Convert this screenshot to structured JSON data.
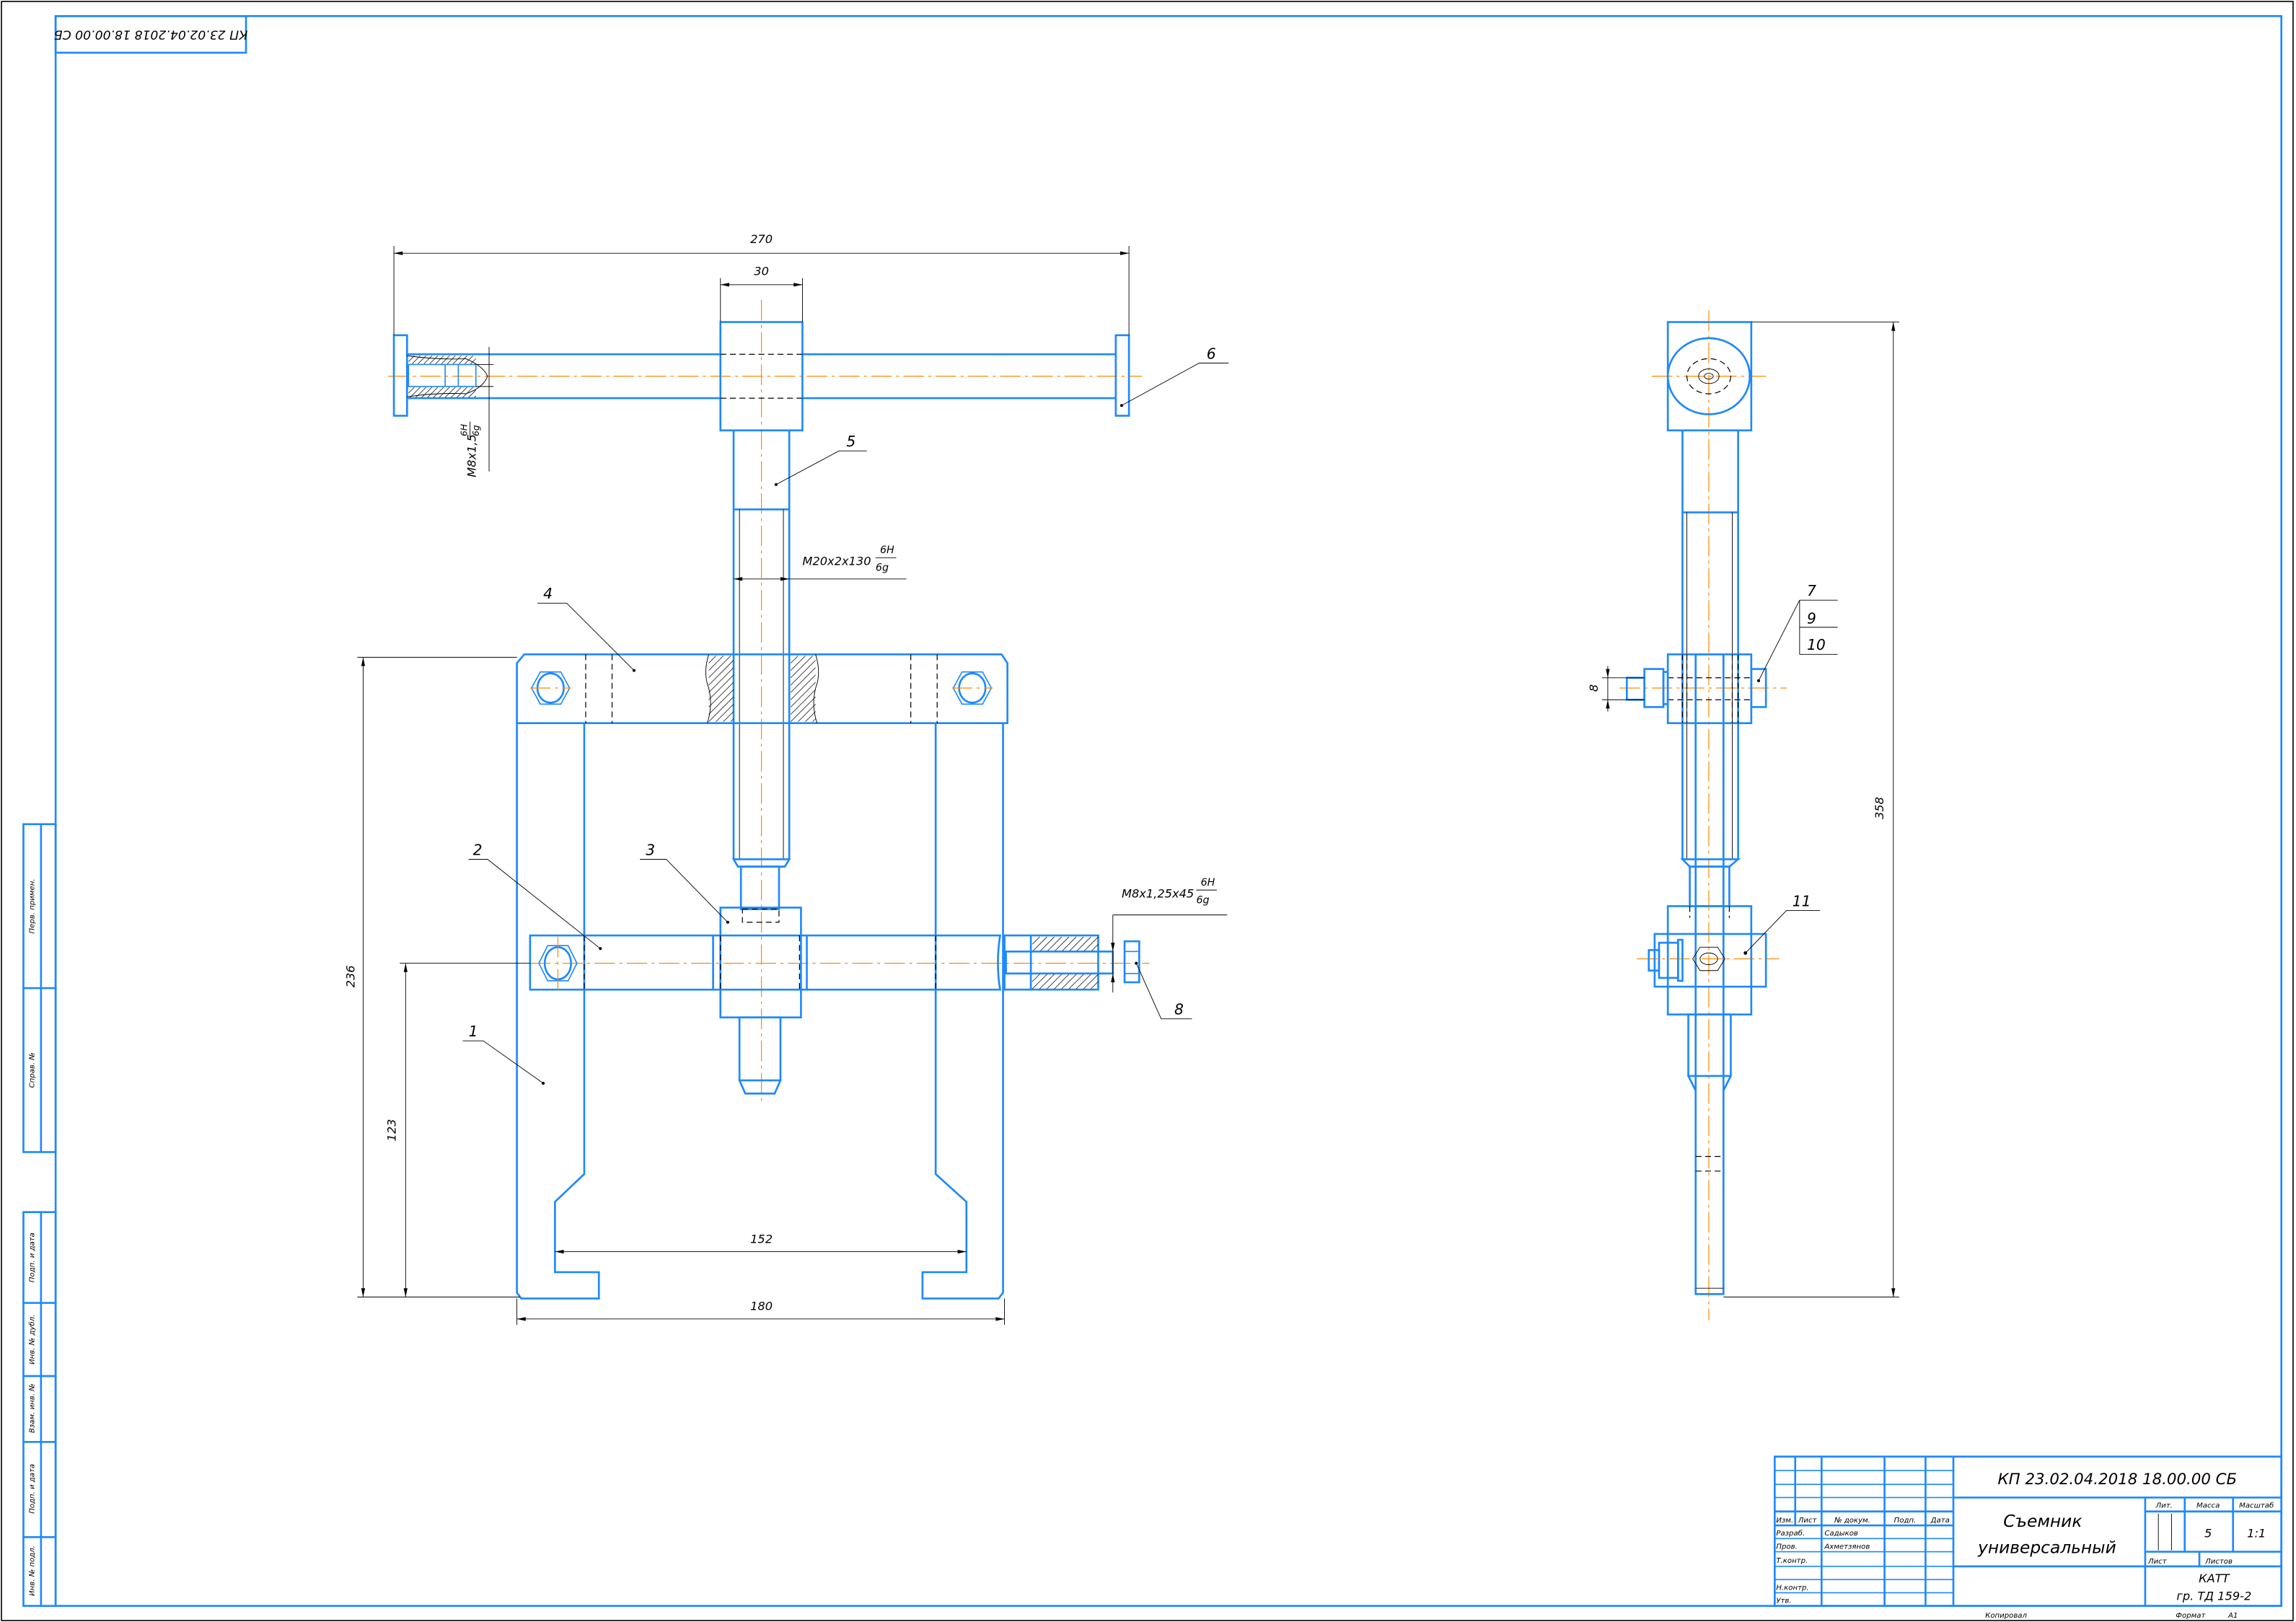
{
  "stamp_top": "КП 23.02.04.2018 18.00.00 СБ",
  "side_strip": [
    "Перв. примен.",
    "Справ. №",
    "Подп. и дата",
    "Инв. № дубл.",
    "Взам. инв. №",
    "Подп. и дата",
    "Инв. № подл."
  ],
  "dimensions": {
    "overall_handle": "270",
    "handle_block": "30",
    "handle_thread": "M8x1,5",
    "screw_thread": "M20x2x130",
    "tol_num": "6H",
    "tol_den": "6g",
    "bolt_thread": "M8x1,25x45",
    "height_total": "236",
    "height_bar": "123",
    "jaw_inner": "152",
    "jaw_outer": "180",
    "side_bolt": "8",
    "side_height": "358"
  },
  "leaders": [
    "1",
    "2",
    "3",
    "4",
    "5",
    "6",
    "7",
    "8",
    "9",
    "10",
    "11"
  ],
  "title_block": {
    "designation": "КП 23.02.04.2018  18.00.00 СБ",
    "name_line1": "Съемник",
    "name_line2": "универсальный",
    "headers": {
      "izm": "Изм.",
      "list": "Лист",
      "doc": "№ докум.",
      "sign": "Подп.",
      "date": "Дата"
    },
    "roles": {
      "razrab": "Разраб.",
      "prov": "Пров.",
      "tkontr": "Т.контр.",
      "nkontr": "Н.контр.",
      "utv": "Утв."
    },
    "people": {
      "razrab": "Садыков",
      "prov": "Ахметзянов"
    },
    "lit_label": "Лит.",
    "mass_label": "Масса",
    "scale_label": "Масштаб",
    "mass_value": "5",
    "scale_value": "1:1",
    "sheet_label": "Лист",
    "sheets_label": "Листов",
    "org": "КАТТ",
    "group": "гр. ТД 159-2",
    "copied": "Копировал",
    "format_label": "Формат",
    "format_value": "А1"
  }
}
